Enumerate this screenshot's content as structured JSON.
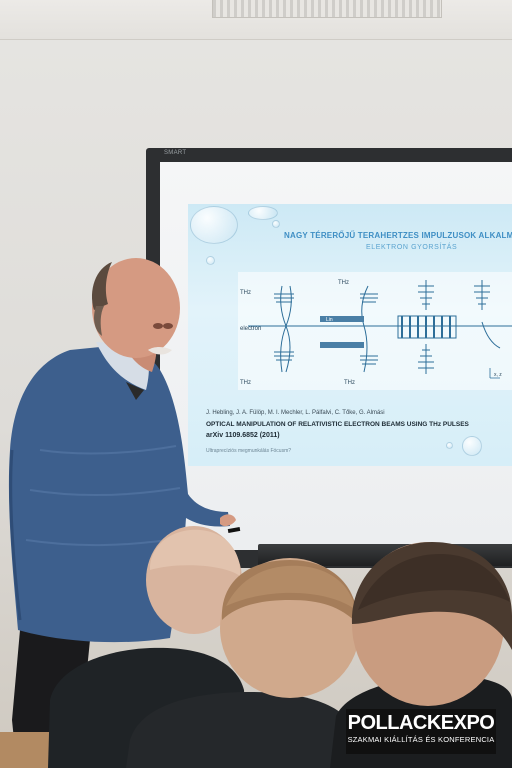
{
  "board": {
    "brand": "SMART"
  },
  "slide": {
    "title": "NAGY TÉRERŐJŰ TERAHERTZES IMPULZUSOK ALKALMA",
    "subtitle": "ELEKTRON GYORSÍTÁS",
    "diagram_labels": {
      "thz_top_left": "THz",
      "electron": "electron",
      "thz_bottom_left": "THz",
      "thz_top_mid": "THz",
      "thz_bottom_mid": "THz",
      "lin_label": "Lin",
      "axes": "x, z"
    },
    "authors": "J. Hebling, J. A. Fülöp, M. I. Mechler, L. Pálfalvi, C. Tőke, G. Almási",
    "paper_title": "OPTICAL MANIPULATION OF RELATIVISTIC ELECTRON BEAMS USING THz PULSES",
    "arxiv": "arXiv 1109.6852 (2011)",
    "footer": "Ultraprecíziós megmunkálás Fócusm?"
  },
  "logo": {
    "line1": "POLLACKEXPO",
    "line2": "SZAKMAI KIÁLLÍTÁS ÉS KONFERENCIA"
  },
  "colors": {
    "slide_accent": "#3f8fc4",
    "logo_bg": "#101010",
    "sweater": "#3d5f8d"
  }
}
